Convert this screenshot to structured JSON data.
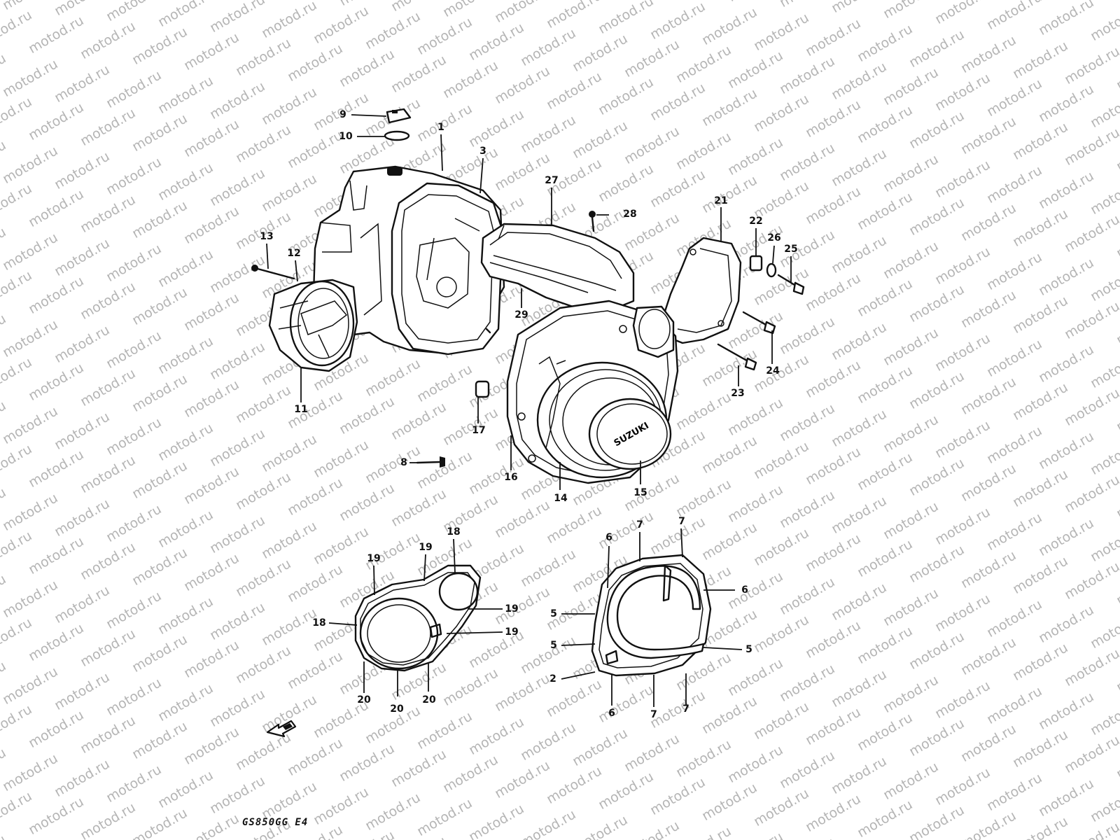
{
  "watermark": "motod.ru",
  "model_code": "GS850GG E4",
  "cover_emblem": "SUZUKI",
  "part_labels": [
    {
      "id": "p9",
      "text": "9"
    },
    {
      "id": "p10",
      "text": "10"
    },
    {
      "id": "p1",
      "text": "1"
    },
    {
      "id": "p3",
      "text": "3"
    },
    {
      "id": "p27",
      "text": "27"
    },
    {
      "id": "p28",
      "text": "28"
    },
    {
      "id": "p21",
      "text": "21"
    },
    {
      "id": "p22",
      "text": "22"
    },
    {
      "id": "p26",
      "text": "26"
    },
    {
      "id": "p25",
      "text": "25"
    },
    {
      "id": "p13",
      "text": "13"
    },
    {
      "id": "p12",
      "text": "12"
    },
    {
      "id": "p29",
      "text": "29"
    },
    {
      "id": "p24",
      "text": "24"
    },
    {
      "id": "p23",
      "text": "23"
    },
    {
      "id": "p11",
      "text": "11"
    },
    {
      "id": "p17",
      "text": "17"
    },
    {
      "id": "p8",
      "text": "8"
    },
    {
      "id": "p16",
      "text": "16"
    },
    {
      "id": "p14",
      "text": "14"
    },
    {
      "id": "p15",
      "text": "15"
    },
    {
      "id": "p18a",
      "text": "18"
    },
    {
      "id": "p19a",
      "text": "19"
    },
    {
      "id": "p19b",
      "text": "19"
    },
    {
      "id": "p19c",
      "text": "19"
    },
    {
      "id": "p19d",
      "text": "19"
    },
    {
      "id": "p18b",
      "text": "18"
    },
    {
      "id": "p20a",
      "text": "20"
    },
    {
      "id": "p20b",
      "text": "20"
    },
    {
      "id": "p20c",
      "text": "20"
    },
    {
      "id": "p6a",
      "text": "6"
    },
    {
      "id": "p7a",
      "text": "7"
    },
    {
      "id": "p7b",
      "text": "7"
    },
    {
      "id": "p6b",
      "text": "6"
    },
    {
      "id": "p5a",
      "text": "5"
    },
    {
      "id": "p5b",
      "text": "5"
    },
    {
      "id": "p5c",
      "text": "5"
    },
    {
      "id": "p2",
      "text": "2"
    },
    {
      "id": "p6c",
      "text": "6"
    },
    {
      "id": "p7c",
      "text": "7"
    },
    {
      "id": "p7d",
      "text": "7"
    }
  ]
}
